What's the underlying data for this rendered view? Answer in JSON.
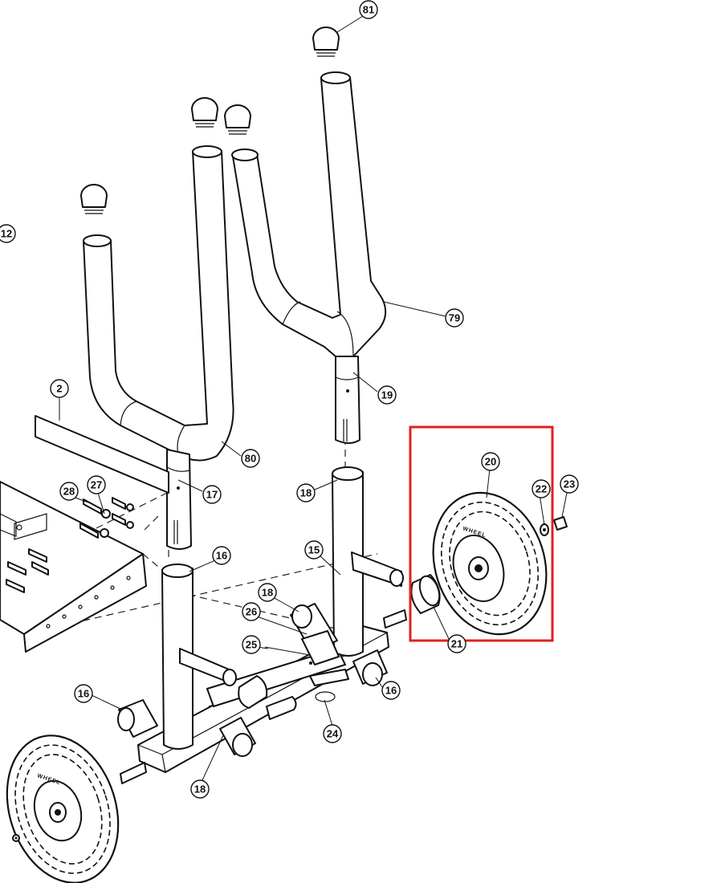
{
  "diagram": {
    "highlight_color": "#e02020",
    "callouts": [
      {
        "id": "81",
        "label": "81"
      },
      {
        "id": "12",
        "label": "12"
      },
      {
        "id": "79",
        "label": "79"
      },
      {
        "id": "19",
        "label": "19"
      },
      {
        "id": "2",
        "label": "2"
      },
      {
        "id": "80",
        "label": "80"
      },
      {
        "id": "17",
        "label": "17"
      },
      {
        "id": "18a",
        "label": "18"
      },
      {
        "id": "28",
        "label": "28"
      },
      {
        "id": "27",
        "label": "27"
      },
      {
        "id": "20",
        "label": "20"
      },
      {
        "id": "22",
        "label": "22"
      },
      {
        "id": "23",
        "label": "23"
      },
      {
        "id": "16a",
        "label": "16"
      },
      {
        "id": "15",
        "label": "15"
      },
      {
        "id": "18b",
        "label": "18"
      },
      {
        "id": "26",
        "label": "26"
      },
      {
        "id": "21",
        "label": "21"
      },
      {
        "id": "25",
        "label": "25"
      },
      {
        "id": "16b",
        "label": "16"
      },
      {
        "id": "16c",
        "label": "16"
      },
      {
        "id": "24",
        "label": "24"
      },
      {
        "id": "18c",
        "label": "18"
      }
    ]
  }
}
